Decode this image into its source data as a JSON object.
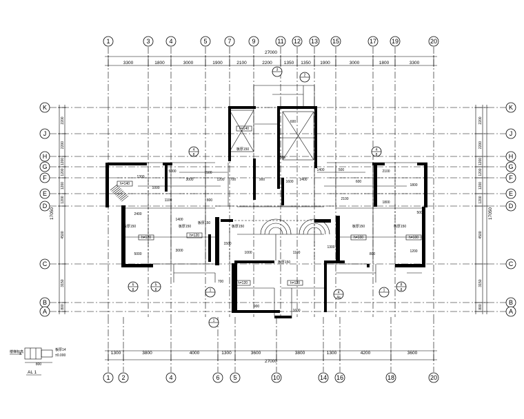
{
  "plan": {
    "top_total": "27000",
    "bottom_total": "27000",
    "top_grid_labels": [
      "1",
      "3",
      "4",
      "5",
      "7",
      "9",
      "11",
      "12",
      "13",
      "15",
      "17",
      "19",
      "20"
    ],
    "bottom_grid_labels": [
      "1",
      "2",
      "4",
      "6",
      "5",
      "10",
      "14",
      "16",
      "18",
      "20"
    ],
    "left_grid_labels": [
      "K",
      "J",
      "H",
      "G",
      "F",
      "E",
      "D",
      "C",
      "B",
      "A"
    ],
    "right_grid_labels": [
      "K",
      "J",
      "H",
      "G",
      "F",
      "E",
      "D",
      "C",
      "B",
      "A"
    ],
    "top_dims": [
      "3300",
      "1800",
      "3000",
      "1900",
      "2100",
      "2200",
      "1350",
      "1350",
      "1900",
      "3000",
      "1800",
      "3300"
    ],
    "bottom_dims": [
      "1300",
      "3800",
      "4000",
      "1300",
      "3600",
      "3800",
      "1300",
      "4200",
      "3600"
    ],
    "left_dims": [
      "2200",
      "2200",
      "1200",
      "1200",
      "1200",
      "1200",
      "4500",
      "3150",
      "800"
    ],
    "right_dims": [
      "2200",
      "2200",
      "1200",
      "1200",
      "1200",
      "1200",
      "4500",
      "3150",
      "800"
    ],
    "side_total": "17050",
    "detail_tags": [
      {
        "num": "3",
        "den": ""
      },
      {
        "num": "2",
        "den": ""
      },
      {
        "num": "4",
        "den": "8"
      },
      {
        "num": "4",
        "den": "8"
      },
      {
        "num": "6",
        "den": "8"
      },
      {
        "num": "5",
        "den": "8"
      },
      {
        "num": "1",
        "den": ""
      },
      {
        "num": "1",
        "den": ""
      },
      {
        "num": "4",
        "den": "4a"
      },
      {
        "num": "1",
        "den": ""
      },
      {
        "num": "8",
        "den": "8"
      }
    ],
    "room_labels": [
      "h=140",
      "h=120",
      "h=120",
      "h=120",
      "h=120",
      "h=100",
      "h=100"
    ],
    "slab_labels": [
      "板厚150",
      "板厚150",
      "板厚150",
      "板厚150",
      "板厚150",
      "板厚150",
      "板厚150",
      "板厚150"
    ],
    "small_numbers": [
      "5000",
      "3000",
      "1500",
      "1000",
      "1100",
      "1300",
      "800",
      "1200",
      "700",
      "900",
      "1600",
      "2400",
      "1400",
      "500",
      "600",
      "2100",
      "1800"
    ]
  },
  "legend": {
    "title": "楼梯标高",
    "level": "板厚14",
    "elevation": "±0.000",
    "width": "800",
    "name": "AL 1"
  }
}
